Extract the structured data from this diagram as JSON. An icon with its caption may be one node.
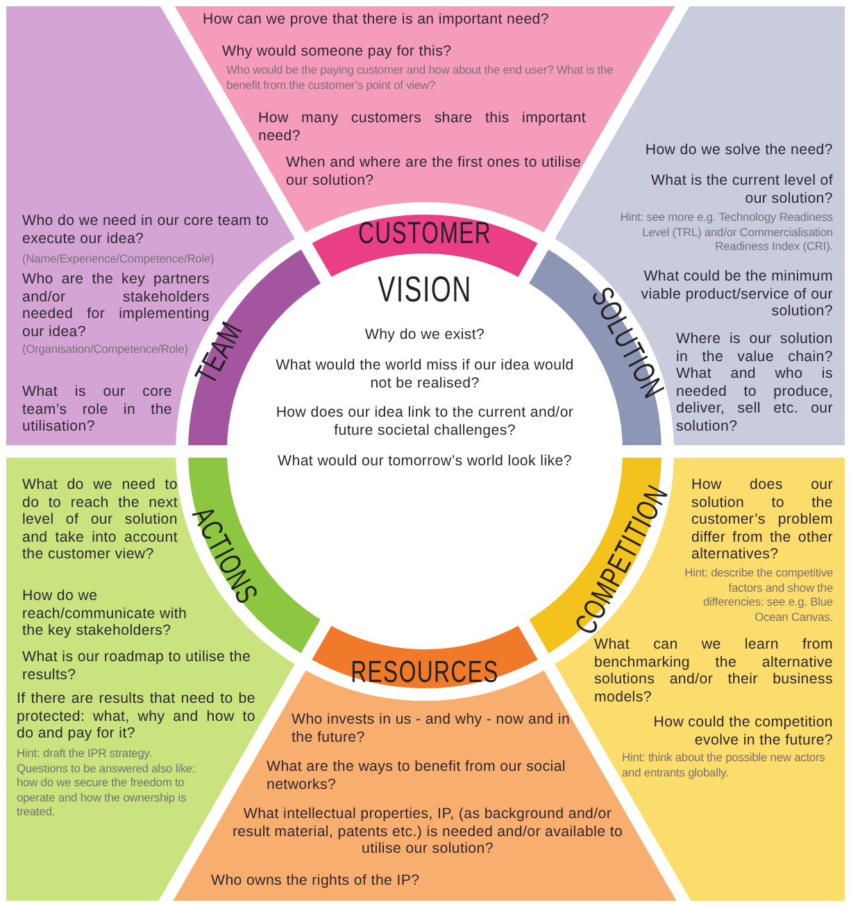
{
  "diagram": {
    "nodes": [
      {
        "text": [
          "CUSTOMER"
        ]
      },
      {
        "text": [
          "TEAM"
        ]
      },
      {
        "text": [
          "VISION",
          "Why do we exist?",
          "What would the world miss if our idea would not be realised?",
          "How does our idea link to the current and/or future societal challenges?",
          "What would our tomorrow’s world look like?"
        ]
      },
      {
        "text": [
          "SOLUTION"
        ]
      },
      {
        "text": [
          "ACTIONS"
        ]
      },
      {
        "text": [
          "COMPETITION"
        ]
      },
      {
        "text": [
          "RESOURCES"
        ]
      }
    ],
    "labels": [
      "How can we prove that there is an important need?",
      "Why would someone pay for this?",
      "Who would be the paying customer and how about the end user? What is the benefit from the customer’s point of view?",
      "How many customers share this important need?",
      "When and where are the first ones to utilise our solution?",
      "Who do we need in our core team to execute our idea?",
      "(Name/Experience/Competence/Role)",
      "Who are the key partners and/or stakeholders needed for implementing our idea?",
      "(Organisation/Competence/Role)",
      "What is our core team’s role in the utilisation?",
      "How do we solve the need?",
      "What is the current level of our solution?",
      "Hint: see more e.g. Technology Readiness Level (TRL) and/or Commercialisation Readiness Index (CRI).",
      "What could be the minimum viable product/service of our solution?",
      "Where is our solution in the value chain? What and who is needed to produce, deliver, sell etc. our solution?",
      "What do we need to do to reach the next level of our solution and take into account the customer view?",
      "How do we reach/communicate with the key stakeholders?",
      "What is our roadmap to utilise the results?",
      "If there are results that need to be protected: what, why and how to do and pay for it?",
      "Hint: draft the IPR strategy. Questions to be answered also like: how do we secure the freedom to operate and how the ownership is treated.",
      "How does our solution to the customer’s problem differ from the other alternatives?",
      "Hint: describe the competitive factors and show the differencies: see e.g. Blue Ocean Canvas.",
      "What can we learn from benchmarking the alternative solutions and/or their business models?",
      "How could the competition evolve in the future?",
      "Hint: think about the possible new actors and entrants globally.",
      "Who invests in us - and why - now and in the future?",
      "What are the ways to benefit from our social networks?",
      "What intellectual properties, IP, (as background and/or result material, patents etc.) is needed and/or available to utilise our solution?",
      "Who owns the rights of the IP?"
    ]
  }
}
